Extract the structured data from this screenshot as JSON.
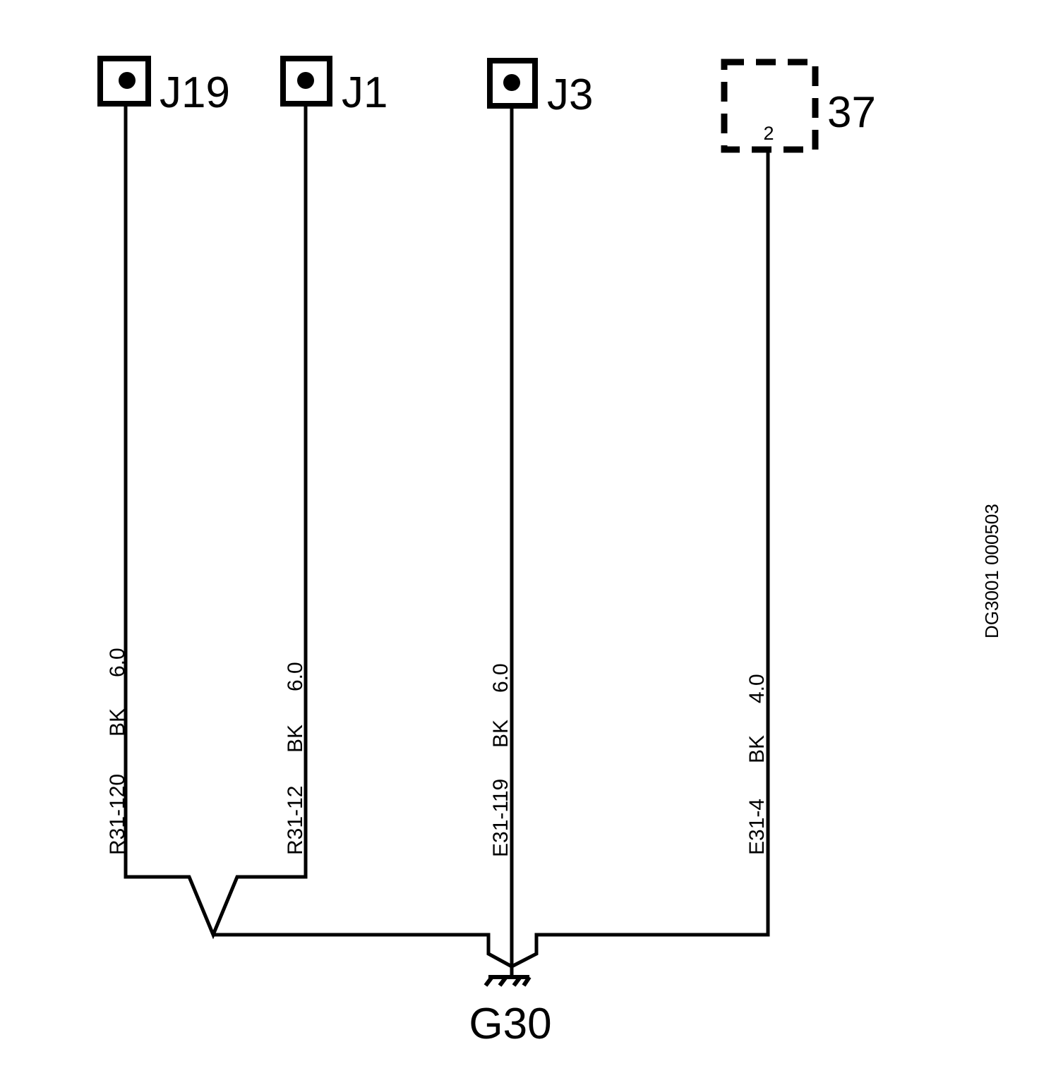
{
  "connectors": {
    "j19": "J19",
    "j1": "J1",
    "j3": "J3",
    "c37": "37",
    "c37_pin": "2"
  },
  "wires": {
    "w1": {
      "circuit": "R31-120",
      "color": "BK",
      "size": "6.0"
    },
    "w2": {
      "circuit": "R31-12",
      "color": "BK",
      "size": "6.0"
    },
    "w3": {
      "circuit": "E31-119",
      "color": "BK",
      "size": "6.0"
    },
    "w4": {
      "circuit": "E31-4",
      "color": "BK",
      "size": "4.0"
    }
  },
  "ground": {
    "label": "G30"
  },
  "document_id": "DG3001 000503"
}
